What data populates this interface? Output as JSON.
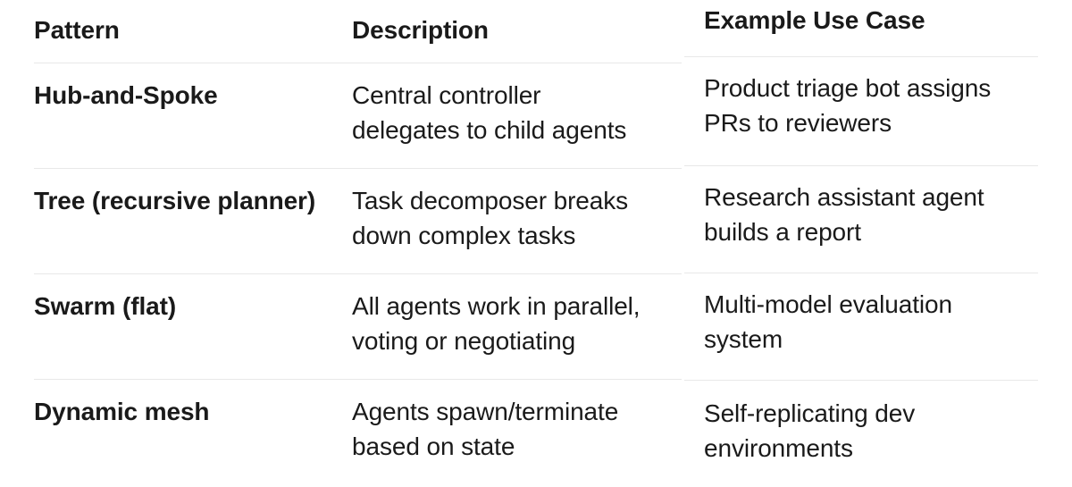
{
  "table": {
    "headers": [
      "Pattern",
      "Description",
      "Example Use Case"
    ],
    "rows": [
      {
        "pattern": "Hub-and-Spoke",
        "description": "Central controller delegates to child agents",
        "description_lines": [
          "Central controller",
          "delegates to child agents"
        ],
        "example": "Product triage bot assigns PRs to reviewers",
        "example_lines": [
          "Product triage bot assigns",
          "PRs to reviewers"
        ]
      },
      {
        "pattern": "Tree (recursive planner)",
        "description": "Task decomposer breaks down complex tasks",
        "description_lines": [
          "Task decomposer breaks",
          "down complex tasks"
        ],
        "example": "Research assistant agent builds a report",
        "example_lines": [
          "Research assistant agent",
          "builds a report"
        ]
      },
      {
        "pattern": "Swarm (flat)",
        "description": "All agents work in parallel, voting or negotiating",
        "description_lines": [
          "All agents work in parallel,",
          "voting or negotiating"
        ],
        "example": "Multi-model evaluation system",
        "example_lines": [
          "Multi-model evaluation",
          "system"
        ]
      },
      {
        "pattern": "Dynamic mesh",
        "description": "Agents spawn/terminate based on state",
        "description_lines": [
          "Agents spawn/terminate",
          "based on state"
        ],
        "example": "Self-replicating dev environments",
        "example_lines": [
          "Self-replicating dev",
          "environments"
        ]
      }
    ],
    "colors": {
      "text": "#1a1a1a",
      "divider": "#e8e8e8",
      "background": "#ffffff"
    }
  }
}
